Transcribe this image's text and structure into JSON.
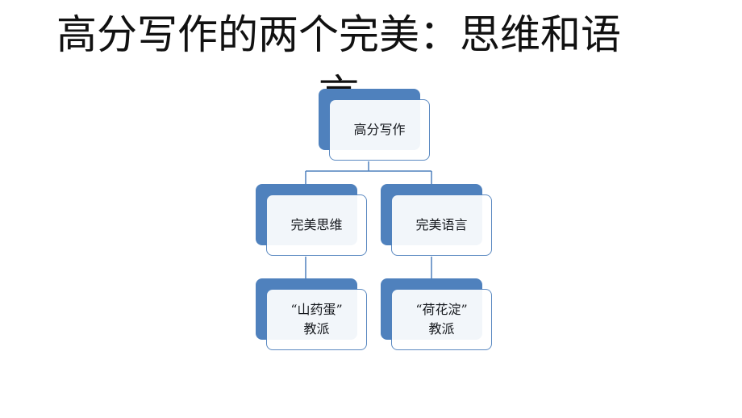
{
  "title": "高分写作的两个完美：思维和语言",
  "diagram": {
    "root": {
      "label": "高分写作"
    },
    "branches": [
      {
        "label": "完美思维",
        "child": {
          "line1": "“山药蛋”",
          "line2": "教派"
        }
      },
      {
        "label": "完美语言",
        "child": {
          "line1": "“荷花淀”",
          "line2": "教派"
        }
      }
    ],
    "colors": {
      "shape_fill": "#4f81bd",
      "card_fill": "#ffffff",
      "card_border": "#4f81bd",
      "connector": "#4f81bd"
    }
  }
}
